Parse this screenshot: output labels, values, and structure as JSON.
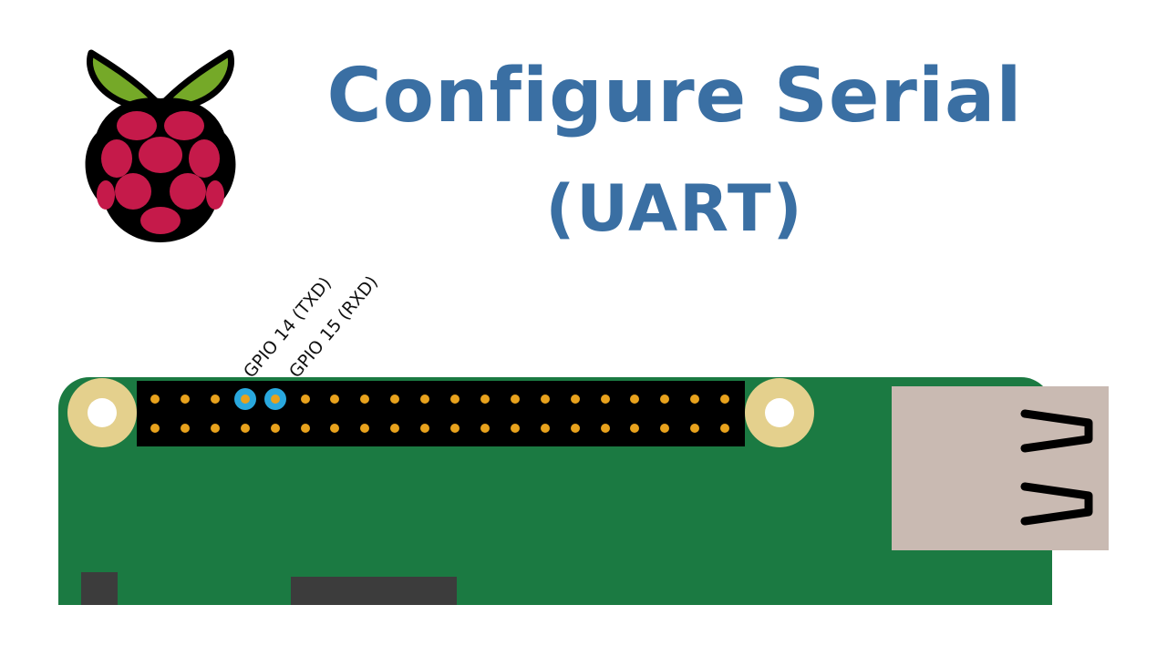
{
  "title": {
    "line1": "Configure Serial",
    "line2": "(UART)"
  },
  "pins": {
    "txd_label": "GPIO 14 (TXD)",
    "rxd_label": "GPIO 15 (RXD)",
    "columns": 20,
    "rows": 2
  },
  "colors": {
    "title": "#3a6fa3",
    "board": "#1b7a42",
    "header": "#000000",
    "pin": "#e8a21d",
    "uart_pin_highlight": "#29a8de",
    "mount_hole": "#e4d08d",
    "usb_port": "#c9bab2",
    "chip": "#3c3c3c",
    "raspberry_berry": "#c51a4a",
    "raspberry_leaf": "#75a928"
  },
  "icons": {
    "logo": "raspberry-pi-logo",
    "usb": "usb-port-icon"
  }
}
